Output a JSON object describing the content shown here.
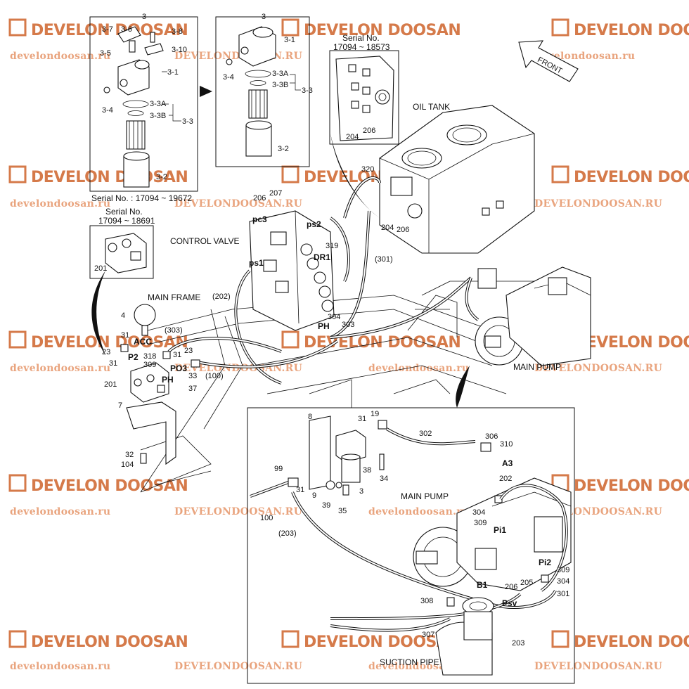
{
  "watermark": {
    "brand": "DEVELON DOOSAN",
    "url_lower": "develondoosan.ru",
    "url_upper": "DEVELONDOOSAN.RU"
  },
  "captions": {
    "serial_filter_left": "Serial No. : 17094 ~ 19672",
    "serial_no": "Serial No.",
    "serial_range_top": "17094 ~ 18573",
    "serial_range_valve": "17094 ~ 18691",
    "front": "FRONT",
    "oil_tank": "OIL TANK",
    "control_valve": "CONTROL VALVE",
    "main_frame": "MAIN FRAME",
    "main_pump_top": "MAIN PUMP",
    "main_pump_bottom": "MAIN PUMP",
    "suction_pipe": "SUCTION PIPE"
  },
  "labels": {
    "p3_left": "3",
    "p3_7": "3-7",
    "p3_6": "3-6",
    "p3_8": "3-8",
    "p3_5": "3-5",
    "p3_10": "3-10",
    "p3_1_left": "3-1",
    "p3_3A_left": "3-3A",
    "p3_3B_left": "3-3B",
    "p3_3_left": "3-3",
    "p3_4_left": "3-4",
    "p3_2_left": "3-2",
    "p3_mid": "3",
    "p3_1_mid": "3-1",
    "p3_4_mid": "3-4",
    "p3_3A_mid": "3-3A",
    "p3_3B_mid": "3-3B",
    "p3_3_mid": "3-3",
    "p3_2_mid": "3-2",
    "p204_top": "204",
    "p206_top": "206",
    "p320": "320",
    "p204_tank": "204",
    "p206_tank": "206",
    "p207": "207",
    "p206_cv": "206",
    "pc3": "pc3",
    "ps2": "ps2",
    "p319": "319",
    "p301_paren": "(301)",
    "dr1": "DR1",
    "ps1": "ps1",
    "p202_paren": "(202)",
    "p304_cv": "304",
    "ph_cv": "PH",
    "p303_cv": "303",
    "p201_inset": "201",
    "p4": "4",
    "p31_acc": "31",
    "acc": "ACC",
    "p23_left": "23",
    "p31_left": "31",
    "p2": "P2",
    "p303_paren": "(303)",
    "p318": "318",
    "p309_valve": "309",
    "p31_mid": "31",
    "p23_mid": "23",
    "po3": "PO3",
    "p33": "33",
    "p100_paren": "(100)",
    "ph_valve": "PH",
    "p201": "201",
    "p37": "37",
    "p7": "7",
    "p32": "32",
    "p104": "104",
    "p8": "8",
    "p31_f": "31",
    "p19": "19",
    "p302": "302",
    "p306": "306",
    "p310": "310",
    "a3": "A3",
    "p38": "38",
    "p34": "34",
    "p99": "99",
    "p31_b": "31",
    "p9": "9",
    "p39": "39",
    "p3_b": "3",
    "p35": "35",
    "p100": "100",
    "p203_paren": "(203)",
    "p202": "202",
    "p304_pi1": "304",
    "p309_pi1": "309",
    "pi1": "Pi1",
    "pi2": "Pi2",
    "p309_pi2": "309",
    "p304_pi2": "304",
    "b1": "B1",
    "p205": "205",
    "p206_psv": "206",
    "psv": "Psv",
    "p301": "301",
    "p308": "308",
    "p307": "307",
    "p203": "203"
  }
}
